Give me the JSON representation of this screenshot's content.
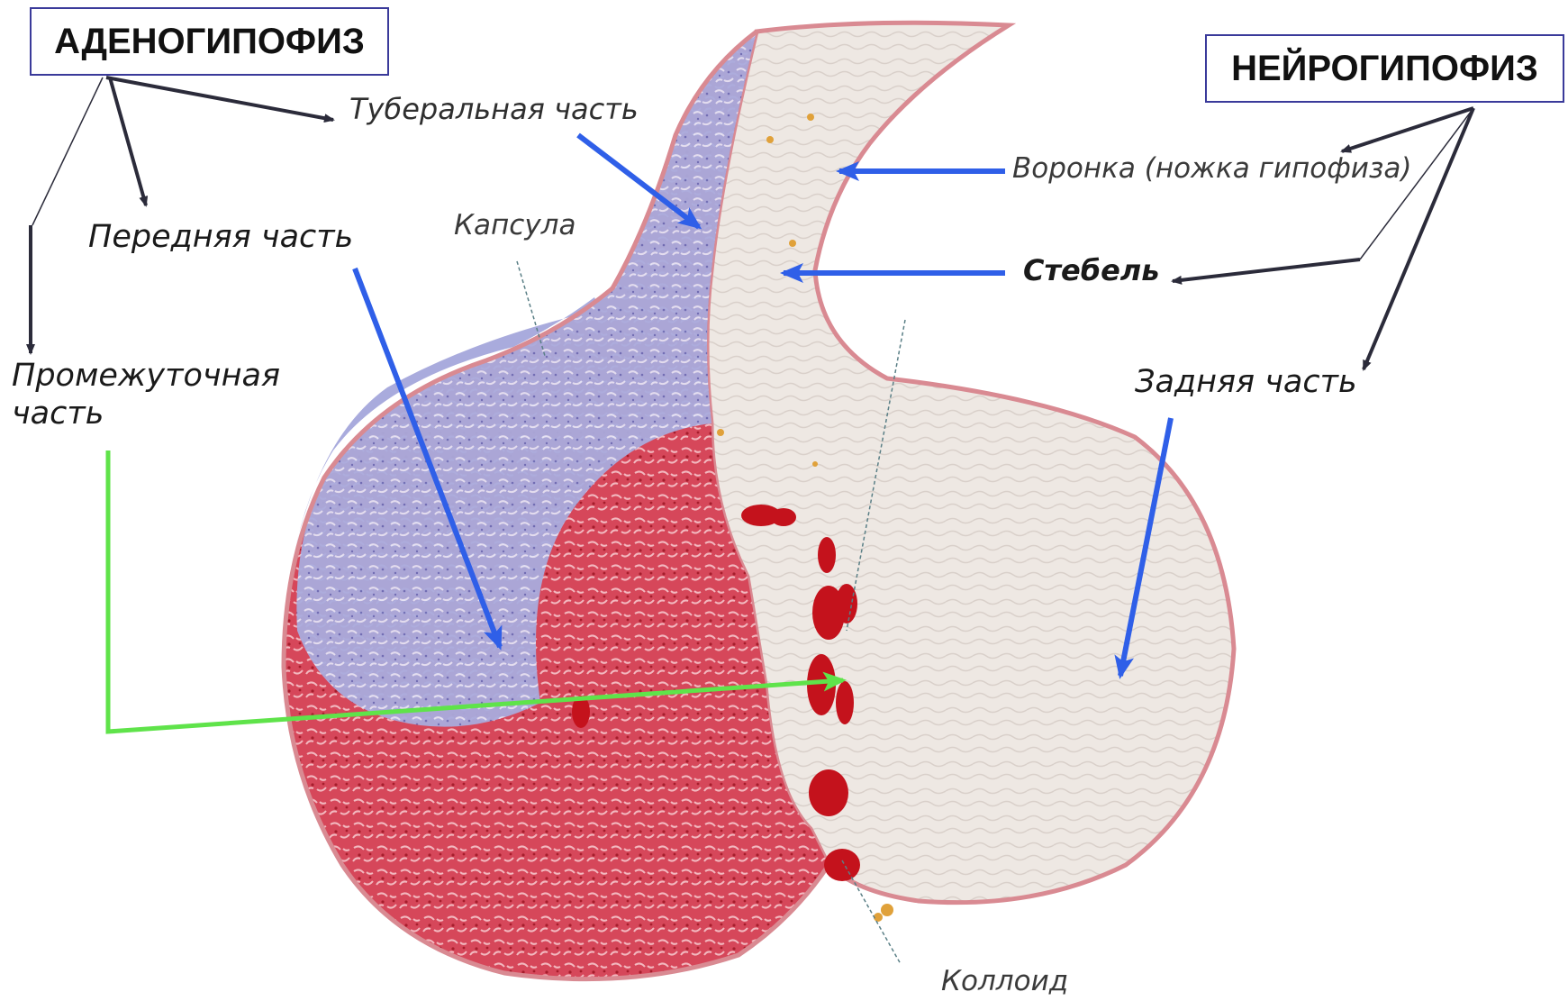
{
  "labels": {
    "adenohypophysis": "АДЕНОГИПОФИЗ",
    "neurohypophysis": "НЕЙРОГИПОФИЗ",
    "tuberal": "Туберальная часть",
    "anterior": "Передняя часть",
    "capsule": "Капсула",
    "intermediate": "Промежуточная",
    "intermediate_2": "часть",
    "infundibulum": "Воронка (ножка гипофиза)",
    "stalk": "Стебель",
    "posterior": "Задняя часть",
    "colloid": "Коллоид"
  },
  "colors": {
    "pointer_dark": "#2b2b3a",
    "pointer_blue": "#2f5fe8",
    "pointer_green": "#5fe34a",
    "adeno_red": "#d2434f",
    "adeno_violet": "#9d9fd8",
    "neuro_grey": "#ece6e1",
    "capsule_pink": "#d98a92",
    "blood": "#c4121c"
  }
}
